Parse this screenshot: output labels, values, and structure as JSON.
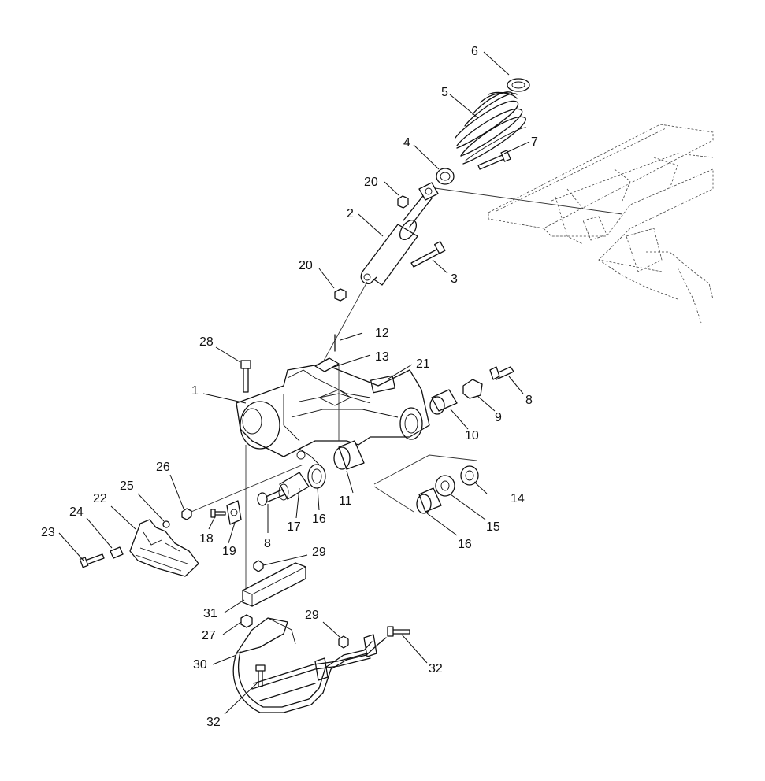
{
  "callouts": [
    {
      "id": "c1",
      "text": "1"
    },
    {
      "id": "c2",
      "text": "2"
    },
    {
      "id": "c3",
      "text": "3"
    },
    {
      "id": "c4",
      "text": "4"
    },
    {
      "id": "c5",
      "text": "5"
    },
    {
      "id": "c6",
      "text": "6"
    },
    {
      "id": "c7",
      "text": "7"
    },
    {
      "id": "c8a",
      "text": "8"
    },
    {
      "id": "c8b",
      "text": "8"
    },
    {
      "id": "c9",
      "text": "9"
    },
    {
      "id": "c10",
      "text": "10"
    },
    {
      "id": "c11",
      "text": "11"
    },
    {
      "id": "c12",
      "text": "12"
    },
    {
      "id": "c13",
      "text": "13"
    },
    {
      "id": "c14",
      "text": "14"
    },
    {
      "id": "c15",
      "text": "15"
    },
    {
      "id": "c16a",
      "text": "16"
    },
    {
      "id": "c16b",
      "text": "16"
    },
    {
      "id": "c17",
      "text": "17"
    },
    {
      "id": "c18",
      "text": "18"
    },
    {
      "id": "c19",
      "text": "19"
    },
    {
      "id": "c20a",
      "text": "20"
    },
    {
      "id": "c20b",
      "text": "20"
    },
    {
      "id": "c21",
      "text": "21"
    },
    {
      "id": "c22",
      "text": "22"
    },
    {
      "id": "c23",
      "text": "23"
    },
    {
      "id": "c24",
      "text": "24"
    },
    {
      "id": "c25",
      "text": "25"
    },
    {
      "id": "c26",
      "text": "26"
    },
    {
      "id": "c27",
      "text": "27"
    },
    {
      "id": "c28",
      "text": "28"
    },
    {
      "id": "c29a",
      "text": "29"
    },
    {
      "id": "c29b",
      "text": "29"
    },
    {
      "id": "c30",
      "text": "30"
    },
    {
      "id": "c31",
      "text": "31"
    },
    {
      "id": "c32a",
      "text": "32"
    },
    {
      "id": "c32b",
      "text": "32"
    }
  ]
}
